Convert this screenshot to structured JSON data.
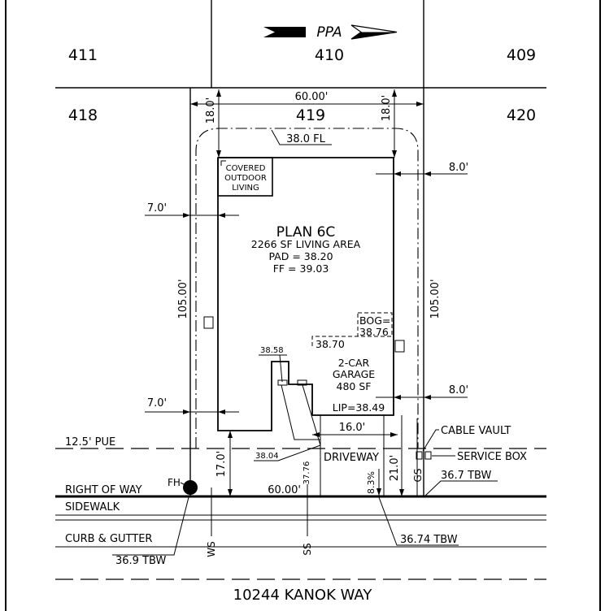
{
  "north_arrow": {
    "text": "PPA",
    "icon": "north-arrow-icon"
  },
  "lots": {
    "l411": "411",
    "l410": "410",
    "l409": "409",
    "l418": "418",
    "l419": "419",
    "l420": "420"
  },
  "dims": {
    "width_top": "60.00'",
    "rear_left": "18.0'",
    "rear_right": "18.0'",
    "rear_fl": "38.0 FL",
    "side_right_top": "8.0'",
    "side_left_top": "7.0'",
    "depth_left": "105.00'",
    "depth_right": "105.00'",
    "side_left_bottom": "7.0'",
    "side_right_bottom": "8.0'",
    "driveway_width": "16.0'",
    "front_left": "17.0'",
    "front_right": "21.0'",
    "width_bottom": "60.00'",
    "slope": "8.3%"
  },
  "house": {
    "plan": "PLAN 6C",
    "living": "2266 SF LIVING AREA",
    "pad": "PAD = 38.20",
    "ff": "FF = 39.03",
    "covered": [
      "COVERED",
      "OUTDOOR",
      "LIVING"
    ],
    "bog_label": "BOG=",
    "bog_value": "38.76",
    "garage_elev": "38.70",
    "garage": [
      "2-CAR",
      "GARAGE",
      "480 SF"
    ],
    "lip": "LIP=38.49",
    "porch_elev": "38.58"
  },
  "labels": {
    "pue": "12.5' PUE",
    "driveway": "DRIVEWAY",
    "elev_3804": "38.04",
    "elev_3776": "37.76",
    "cable_vault": "CABLE VAULT",
    "service_box": "SERVICE BOX",
    "tbw_right": "36.7 TBW",
    "fh": "FH",
    "row": "RIGHT OF WAY",
    "sidewalk": "SIDEWALK",
    "curb": "CURB & GUTTER",
    "tbw_left": "36.9 TBW",
    "tbw_mid": "36.74 TBW",
    "ws": "WS",
    "ss": "SS",
    "gs": "GS",
    "street": "10244 KANOK WAY"
  }
}
